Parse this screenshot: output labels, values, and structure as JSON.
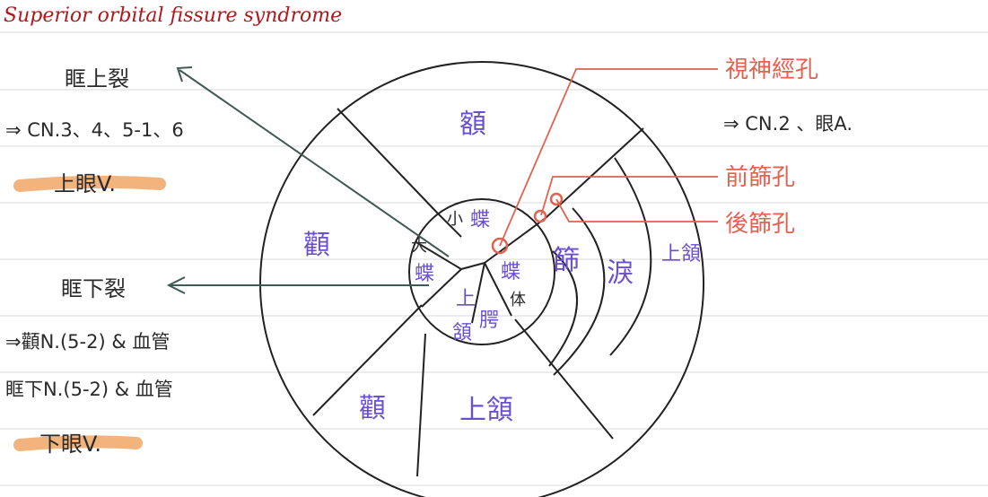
{
  "title": "Superior orbital fissure syndrome",
  "left_notes": {
    "superior_fissure": "眶上裂",
    "superior_contents": "⇒ CN.3、4、5-1、6",
    "superior_vein": "上眼V.",
    "inferior_fissure": "眶下裂",
    "inferior_contents_1": "⇒顴N.(5-2) & 血管",
    "inferior_contents_2": "眶下N.(5-2) & 血管",
    "inferior_vein": "下眼V."
  },
  "right_notes": {
    "optic_canal": "視神經孔",
    "optic_contents": "⇒ CN.2 、眼A.",
    "anterior_ethmoid": "前篩孔",
    "posterior_ethmoid": "後篩孔"
  },
  "bones": {
    "frontal": "額",
    "zygomatic_upper": "顴",
    "zygomatic_lower": "顴",
    "maxilla_bottom": "上頷",
    "maxilla_right": "上頷",
    "lacrimal": "淚",
    "ethmoid": "篩",
    "sphenoid_lesser": "小",
    "sphenoid_lesser_2": "蝶",
    "sphenoid_greater": "大",
    "sphenoid_greater_2": "蝶",
    "sphenoid_body": "蝶",
    "sphenoid_body_2": "体",
    "maxilla_inner": "上",
    "maxilla_inner_2": "頷",
    "palatine": "腭"
  },
  "colors": {
    "title_ink": "#b3161b",
    "pen_ink": "#2a2a2a",
    "bone_ink": "#6a4fd3",
    "foramen_ink": "#e0624f",
    "highlight": "#f0a765",
    "arrow_line": "#3f5a56"
  }
}
